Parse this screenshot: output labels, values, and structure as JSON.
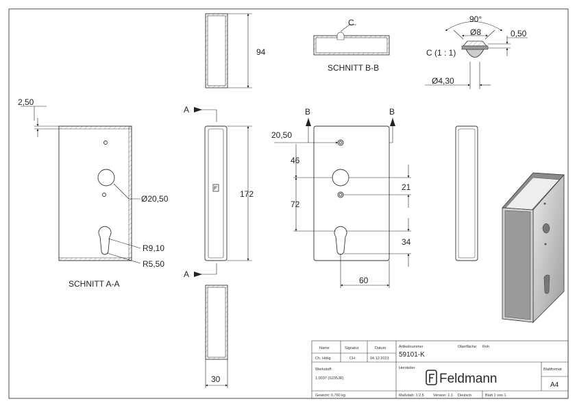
{
  "drawing": {
    "section_aa": "SCHNITT A-A",
    "section_bb": "SCHNITT B-B",
    "detail_c": "C (1 : 1)",
    "marker_c": "C",
    "marker_a": "A",
    "marker_b": "B"
  },
  "dimensions": {
    "d_94": "94",
    "d_172": "172",
    "d_30": "30",
    "d_2_50": "2,50",
    "d_dia_20_50": "Ø20,50",
    "d_r9_10": "R9,10",
    "d_r5_50": "R5,50",
    "d_20_50": "20,50",
    "d_46": "46",
    "d_72": "72",
    "d_21": "21",
    "d_34": "34",
    "d_60": "60",
    "d_90deg": "90°",
    "d_dia_8": "Ø8",
    "d_0_50": "0,50",
    "d_dia_4_30": "Ø4,30"
  },
  "title_block": {
    "name_label": "Name",
    "signatur_label": "Signatur",
    "datum_label": "Datum",
    "name_value": "Ch. Hölig",
    "signatur_value": "CH",
    "datum_value": "04.12.2023",
    "artikelnummer_label": "Artikelnummer",
    "artikelnummer_value": "59101-K",
    "oberflaeche_label": "Oberfläche:",
    "oberflaeche_value": "Roh",
    "werkstoff_label": "Werkstoff:",
    "werkstoff_value": "1.0037 (S235JR)",
    "hersteller_label": "Hersteller",
    "brand": "Feldmann",
    "blattformat_label": "Blattformat",
    "blattformat_value": "A4",
    "gewicht": "Gewicht: 0,760 kg",
    "massstab": "Maßstab: 1:2,5",
    "version": "Version: 1.1",
    "sprache": "Deutsch",
    "blatt": "Blatt 1 von 1"
  },
  "colors": {
    "line": "#222222",
    "hatch": "#777777",
    "metal_light": "#d9d9d9",
    "metal_dark": "#555555"
  }
}
